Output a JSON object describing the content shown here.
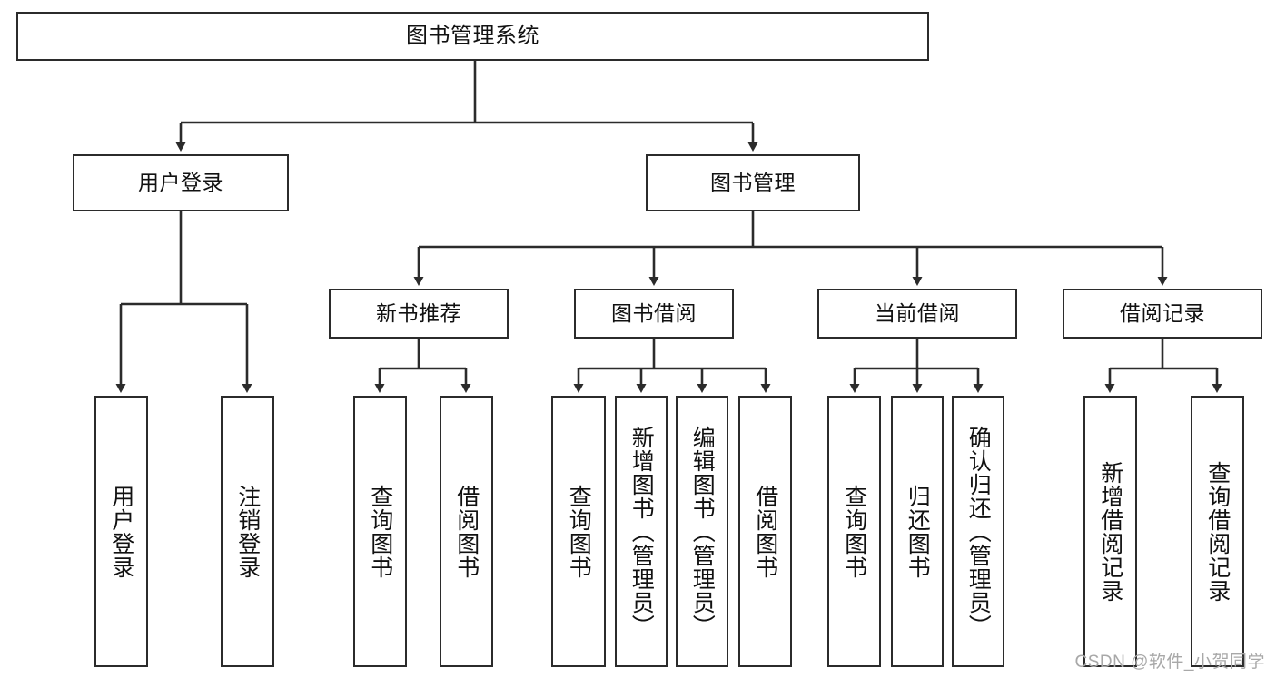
{
  "diagram": {
    "title": "图书管理系统",
    "stroke_color": "#2b2b2b",
    "fill_color": "#ffffff",
    "text_color": "#111111",
    "watermark": "CSDN @软件_小贺同学"
  },
  "nodes": {
    "root": {
      "label": "图书管理系统"
    },
    "level2": [
      {
        "label": "用户登录"
      },
      {
        "label": "图书管理"
      }
    ],
    "level3": [
      {
        "label": "新书推荐"
      },
      {
        "label": "图书借阅"
      },
      {
        "label": "当前借阅"
      },
      {
        "label": "借阅记录"
      }
    ],
    "leaves_user_login": [
      {
        "label": "用户登录"
      },
      {
        "label": "注销登录"
      }
    ],
    "leaves_new_book": [
      {
        "label": "查询图书"
      },
      {
        "label": "借阅图书"
      }
    ],
    "leaves_borrow": [
      {
        "label": "查询图书"
      },
      {
        "label": "新增图书（管理员）"
      },
      {
        "label": "编辑图书（管理员）"
      },
      {
        "label": "借阅图书"
      }
    ],
    "leaves_current": [
      {
        "label": "查询图书"
      },
      {
        "label": "归还图书"
      },
      {
        "label": "确认归还（管理员）"
      }
    ],
    "leaves_records": [
      {
        "label": "新增借阅记录"
      },
      {
        "label": "查询借阅记录"
      }
    ]
  }
}
